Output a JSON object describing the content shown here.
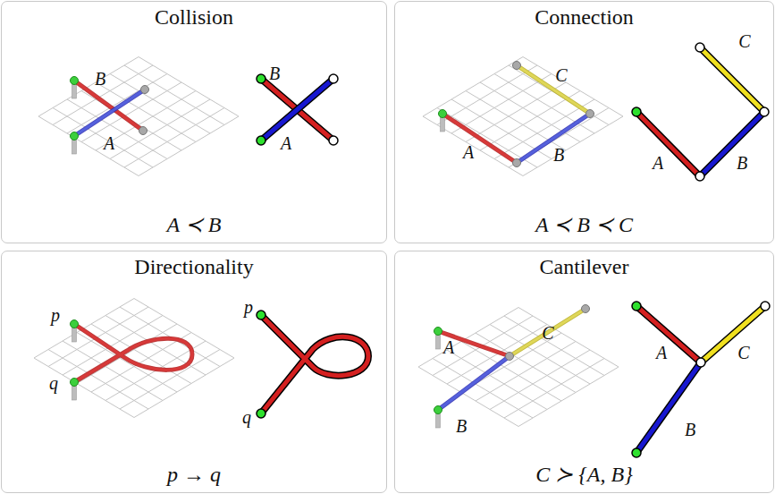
{
  "diagram": {
    "nodes": [
      {
        "text": [
          "Collision",
          "A ≺ B"
        ]
      },
      {
        "text": [
          "Connection",
          "A ≺ B ≺ C"
        ]
      },
      {
        "text": [
          "Directionality",
          "p → q"
        ]
      },
      {
        "text": [
          "Cantilever",
          "C ≻ {A, B}"
        ]
      }
    ],
    "labels": [
      "B",
      "A",
      "B",
      "A",
      "C",
      "A",
      "B",
      "C",
      "A",
      "B",
      "p",
      "q",
      "p",
      "q",
      "A",
      "C",
      "B",
      "A",
      "C",
      "B"
    ]
  }
}
